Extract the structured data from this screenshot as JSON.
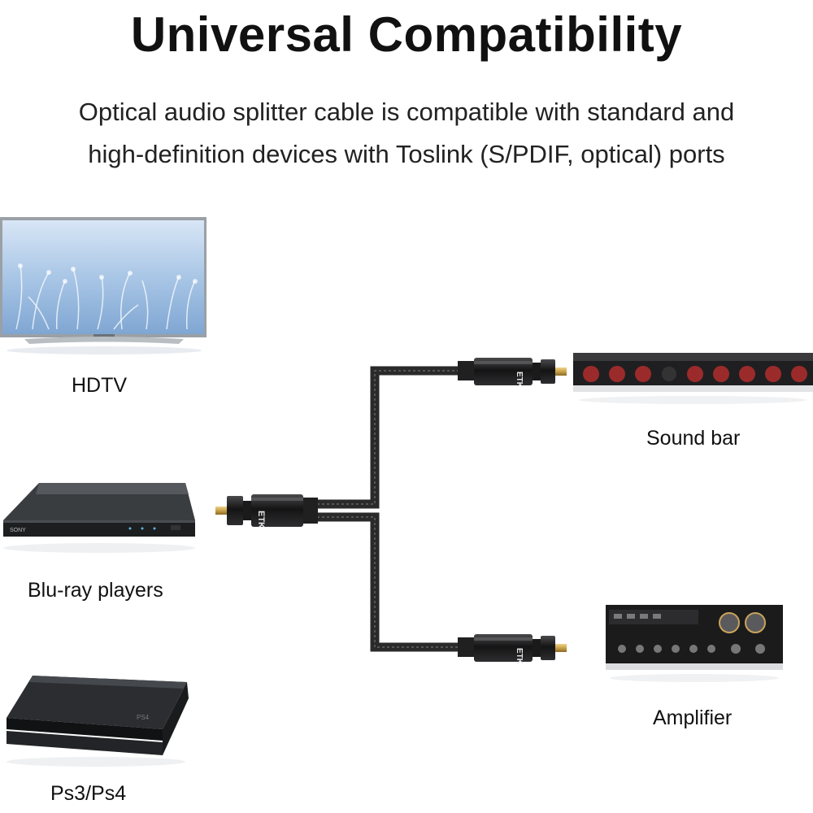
{
  "heading": {
    "title": "Universal Compatibility",
    "subtitle_line1": "Optical audio splitter cable is compatible with standard and",
    "subtitle_line2": "high-definition devices with Toslink (S/PDIF, optical) ports"
  },
  "devices": {
    "hdtv": "HDTV",
    "bluray": "Blu-ray players",
    "ps": "Ps3/Ps4",
    "soundbar": "Sound bar",
    "amplifier": "Amplifier"
  },
  "branding": {
    "connector_mark": "ETK",
    "bluray_brand": "SONY",
    "console_brand": "PS4"
  },
  "colors": {
    "cable": "#2a2a2a",
    "connector_gold": "#c9a24a",
    "tv_screen": "#bcd4ec"
  }
}
